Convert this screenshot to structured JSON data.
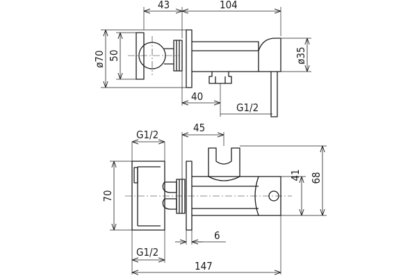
{
  "drawing": {
    "top_view": {
      "dimensions": {
        "width_43": "43",
        "width_104": "104",
        "diameter_70": "ø70",
        "height_50": "50",
        "diameter_35": "ø35",
        "width_40": "40",
        "thread_g12": "G1/2"
      }
    },
    "front_view": {
      "dimensions": {
        "thread_g12_top": "G1/2",
        "width_45": "45",
        "height_70": "70",
        "height_41": "41",
        "height_68": "68",
        "width_6": "6",
        "thread_g12_bottom": "G1/2",
        "total_147": "147"
      }
    }
  }
}
